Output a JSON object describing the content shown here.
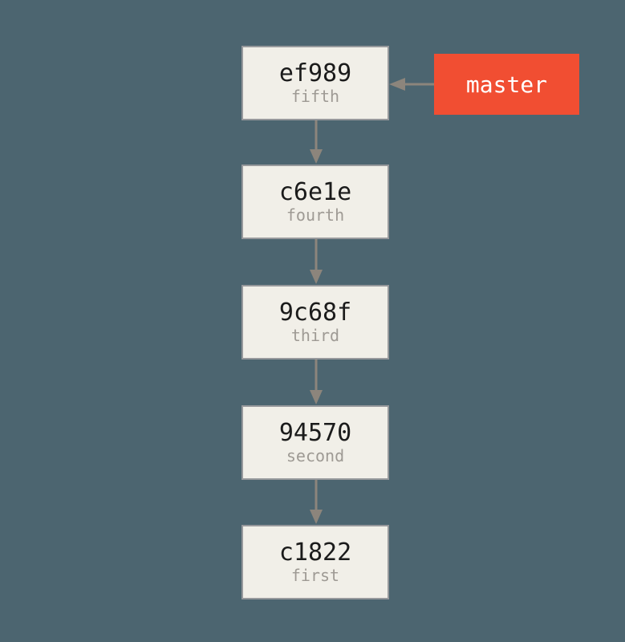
{
  "diagram": {
    "type": "git-commit-graph",
    "colors": {
      "background": "#4C6570",
      "commit_fill": "#F1EFE8",
      "commit_border": "#97999C",
      "commit_hash_text": "#1B1B1B",
      "commit_message_text": "#9E9A94",
      "arrow": "#8C857C",
      "branch_fill": "#F14E32",
      "branch_text": "#FFFFFF"
    }
  },
  "commits": [
    {
      "hash": "ef989",
      "label": "fifth"
    },
    {
      "hash": "c6e1e",
      "label": "fourth"
    },
    {
      "hash": "9c68f",
      "label": "third"
    },
    {
      "hash": "94570",
      "label": "second"
    },
    {
      "hash": "c1822",
      "label": "first"
    }
  ],
  "branch": {
    "label": "master",
    "points_to": "ef989"
  },
  "edges": [
    {
      "from": "master",
      "to": "ef989"
    },
    {
      "from": "ef989",
      "to": "c6e1e"
    },
    {
      "from": "c6e1e",
      "to": "9c68f"
    },
    {
      "from": "9c68f",
      "to": "94570"
    },
    {
      "from": "94570",
      "to": "c1822"
    }
  ]
}
